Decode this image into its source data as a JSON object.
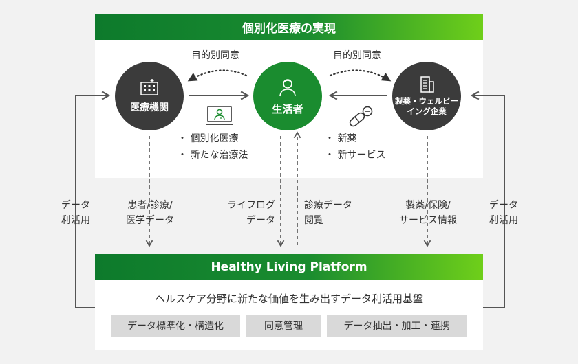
{
  "top": {
    "title": "個別化医療の実現",
    "consent_left": "目的別同意",
    "consent_right": "目的別同意",
    "nodes": {
      "medical": "医療機関",
      "consumer": "生活者",
      "pharma_line1": "製薬・ウェルビー",
      "pharma_line2": "イング企業"
    },
    "bullets_left": [
      "個別化医療",
      "新たな治療法"
    ],
    "bullets_right": [
      "新薬",
      "新サービス"
    ]
  },
  "flows": {
    "data_use_left": [
      "データ",
      "利活用"
    ],
    "patient_data": [
      "患者/診療/",
      "医学データ"
    ],
    "lifelog_data": [
      "ライフログ",
      "データ"
    ],
    "clinical_view": [
      "診療データ",
      "閲覧"
    ],
    "pharma_info": [
      "製薬/保険/",
      "サービス情報"
    ],
    "data_use_right": [
      "データ",
      "利活用"
    ]
  },
  "platform": {
    "title": "Healthy Living Platform",
    "subtitle": "ヘルスケア分野に新たな価値を生み出すデータ利活用基盤",
    "chips": [
      "データ標準化・構造化",
      "同意管理",
      "データ抽出・加工・連携"
    ]
  },
  "colors": {
    "green": "#1a8c2f",
    "light_green": "#6fcf1a",
    "dark": "#3b3b3b",
    "panel_bg": "#f2f2f2"
  },
  "icons": [
    "hospital-icon",
    "person-icon",
    "building-icon",
    "monitor-doctor-icon",
    "pill-icon"
  ]
}
